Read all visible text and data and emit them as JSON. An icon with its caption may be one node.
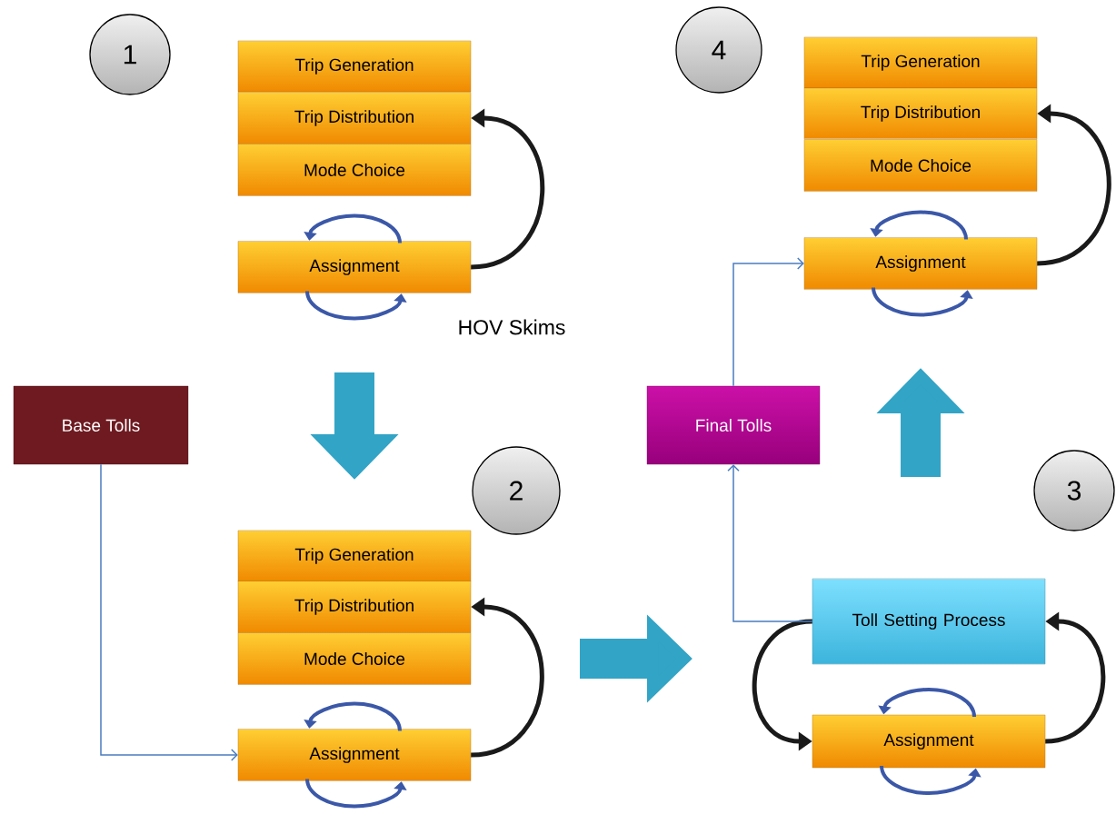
{
  "diagram": {
    "nodes": [
      {
        "text": [
          "1"
        ]
      },
      {
        "text": [
          "Trip Generation"
        ]
      },
      {
        "text": [
          "Trip Distribution"
        ]
      },
      {
        "text": [
          "Mode Choice"
        ]
      },
      {
        "text": [
          "Assignment"
        ]
      },
      {
        "text": [
          "4"
        ]
      },
      {
        "text": [
          "Trip Generation"
        ]
      },
      {
        "text": [
          "Trip Distribution"
        ]
      },
      {
        "text": [
          "Mode Choice"
        ]
      },
      {
        "text": [
          "Assignment"
        ]
      },
      {
        "text": [
          "Base Tolls"
        ]
      },
      {
        "text": [
          "Final Tolls"
        ]
      },
      {
        "text": [
          "2"
        ]
      },
      {
        "text": [
          "3"
        ]
      },
      {
        "text": [
          "Trip Generation"
        ]
      },
      {
        "text": [
          "Trip Distribution"
        ]
      },
      {
        "text": [
          "Mode Choice"
        ]
      },
      {
        "text": [
          "Assignment"
        ]
      },
      {
        "text": [
          "Toll Setting Process"
        ]
      },
      {
        "text": [
          "Assignment"
        ]
      }
    ],
    "edges": [
      {
        "from": 4,
        "to": 2,
        "arrow": "to"
      },
      {
        "from": 9,
        "to": 7,
        "arrow": "to"
      },
      {
        "from": 10,
        "to": 17,
        "arrow": "to",
        "color": "#4a7cc0"
      },
      {
        "from": 17,
        "to": 15,
        "arrow": "to"
      },
      {
        "from": 18,
        "to": 19,
        "arrow": "to"
      },
      {
        "from": 19,
        "to": 18,
        "arrow": "to"
      },
      {
        "from": 18,
        "to": 11,
        "arrow": "to",
        "color": "#4a7cc0"
      },
      {
        "from": 11,
        "to": 9,
        "arrow": "to",
        "color": "#4a7cc0"
      }
    ],
    "labels": [
      "HOV Skims"
    ]
  }
}
